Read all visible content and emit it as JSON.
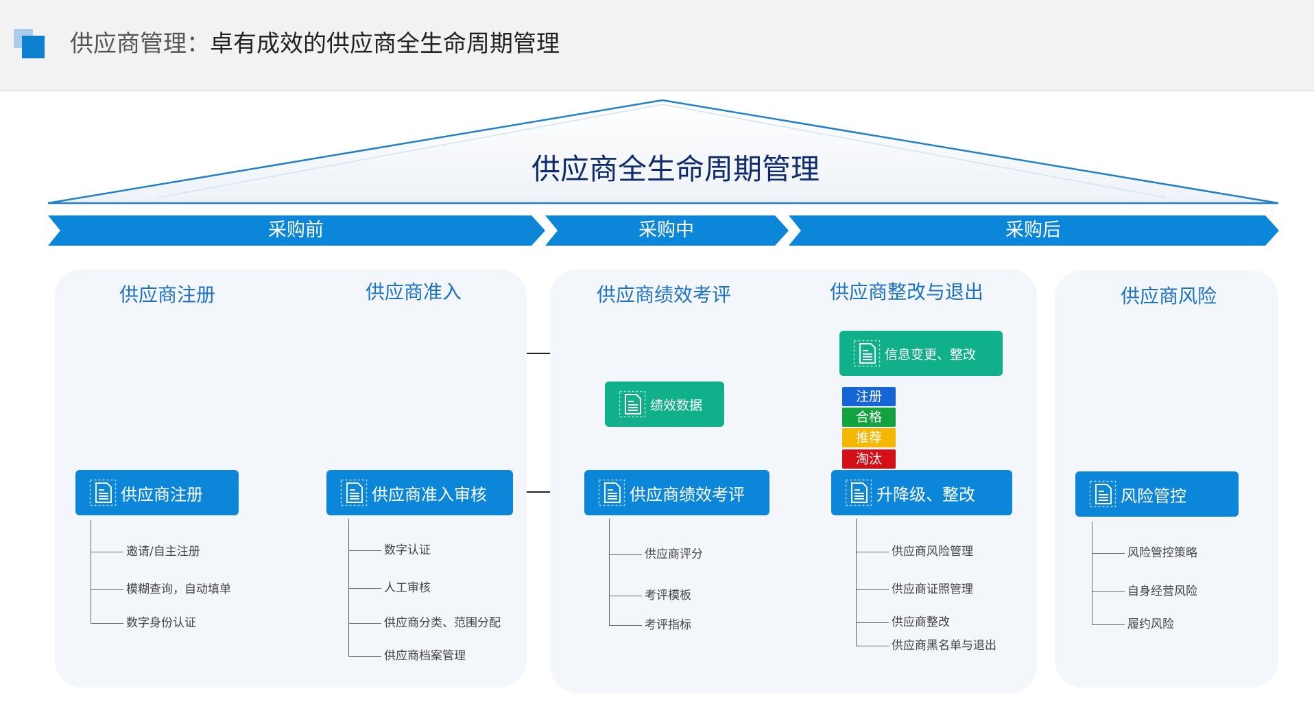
{
  "page": {
    "title_prefix": "供应商管理：",
    "title_main": "卓有成效的供应商全生命周期管理"
  },
  "main_title": "供应商全生命周期管理",
  "phases": [
    "采购前",
    "采购中",
    "采购后"
  ],
  "sections": {
    "register": "供应商注册",
    "admission": "供应商准入",
    "performance": "供应商绩效考评",
    "rectify": "供应商整改与退出",
    "risk": "供应商风险"
  },
  "nodes": {
    "register": "供应商注册",
    "admission_review": "供应商准入审核",
    "performance_review": "供应商绩效考评",
    "upgrade": "升降级、整改",
    "risk_control": "风险管控",
    "perf_data": "绩效数据",
    "info_change": "信息变更、整改"
  },
  "badges": [
    {
      "label": "注册",
      "color": "#1565d8"
    },
    {
      "label": "合格",
      "color": "#12a33f"
    },
    {
      "label": "推荐",
      "color": "#f5b700"
    },
    {
      "label": "淘汰",
      "color": "#d50f16"
    }
  ],
  "subitems": {
    "register": [
      "邀请/自主注册",
      "模糊查询，自动填单",
      "数字身份认证"
    ],
    "admission": [
      "数字认证",
      "人工审核",
      "供应商分类、范围分配",
      "供应商档案管理"
    ],
    "performance": [
      "供应商评分",
      "考评模板",
      "考评指标"
    ],
    "rectify": [
      "供应商风险管理",
      "供应商证照管理",
      "供应商整改",
      "供应商黑名单与退出"
    ],
    "risk": [
      "风险管控策略",
      "自身经营风险",
      "履约风险"
    ]
  },
  "colors": {
    "primary_blue": "#0c86d8",
    "green": "#0fb08a",
    "title_navy": "#0d2b6e",
    "section_blue": "#1d72c3"
  }
}
